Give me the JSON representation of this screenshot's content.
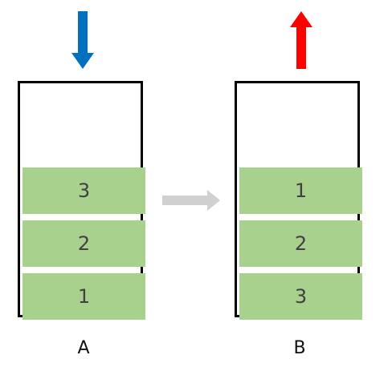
{
  "stacks": [
    {
      "label": "A",
      "blocks": [
        "3",
        "2",
        "1"
      ]
    },
    {
      "label": "B",
      "blocks": [
        "1",
        "2",
        "3"
      ]
    }
  ],
  "colors": {
    "block": "#a9d18e",
    "push_arrow": "#0070c0",
    "pop_arrow": "#ff0000",
    "transfer_arrow": "#d0d0d0",
    "border": "#000000"
  },
  "icons": {
    "push": "arrow-down-icon",
    "pop": "arrow-up-icon",
    "transfer": "arrow-right-icon"
  }
}
